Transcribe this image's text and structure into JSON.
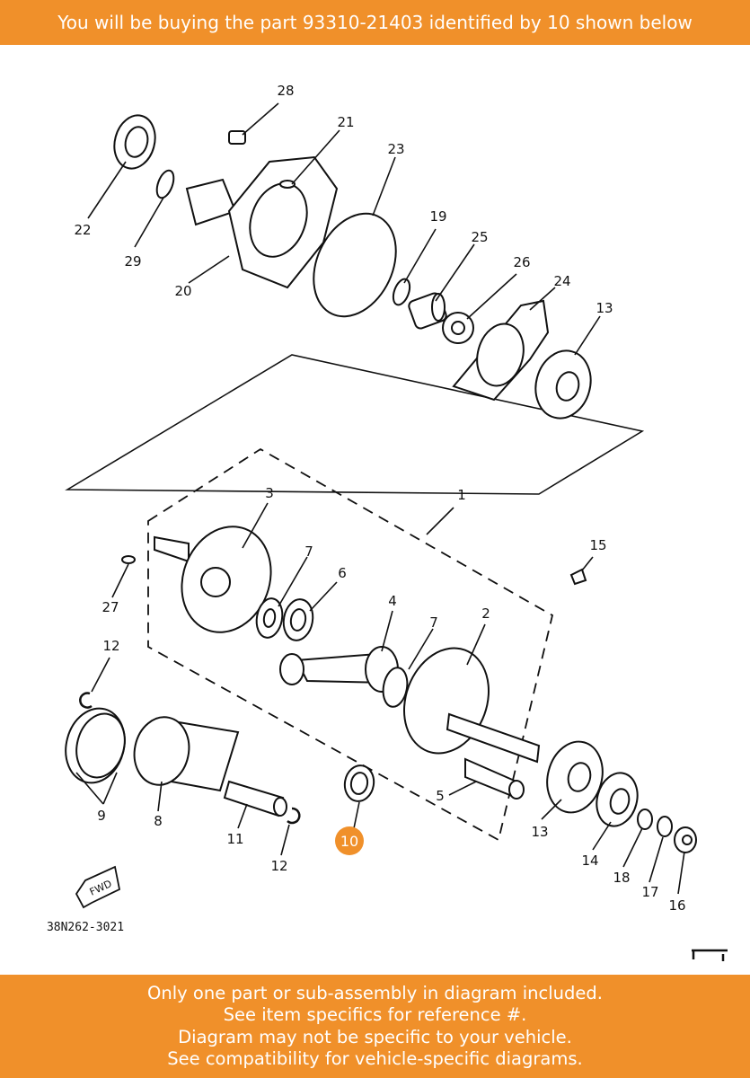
{
  "header": {
    "text": "You will be buying the part 93310-21403 identified by 10 shown below",
    "color": "#f0902a"
  },
  "diagram": {
    "code": "38N262-3021",
    "fwd_label": "FWD",
    "highlight": {
      "label": "10",
      "color": "#f0902a"
    },
    "callouts": {
      "c28": "28",
      "c21": "21",
      "c23": "23",
      "c22": "22",
      "c29": "29",
      "c19": "19",
      "c25": "25",
      "c26": "26",
      "c24": "24",
      "c20": "20",
      "c13a": "13",
      "c1": "1",
      "c3": "3",
      "c15": "15",
      "c7a": "7",
      "c6": "6",
      "c27": "27",
      "c4": "4",
      "c7b": "7",
      "c2": "2",
      "c12a": "12",
      "c9": "9",
      "c8": "8",
      "c11": "11",
      "c12b": "12",
      "c5": "5",
      "c13b": "13",
      "c14": "14",
      "c18": "18",
      "c17": "17",
      "c16": "16"
    }
  },
  "footer": {
    "lines": [
      "Only one part or sub-assembly in diagram included.",
      "See item specifics for reference #.",
      "Diagram may not be specific to your vehicle.",
      "See compatibility for vehicle-specific diagrams."
    ]
  }
}
